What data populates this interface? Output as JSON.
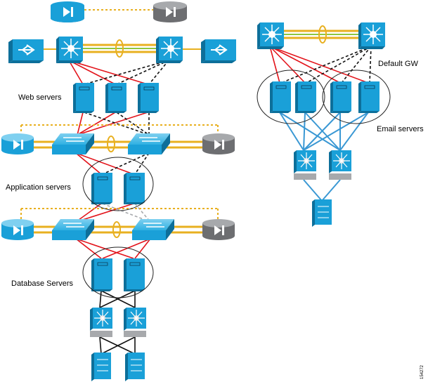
{
  "labels": {
    "web_servers": "Web servers",
    "application_servers": "Application servers",
    "database_servers": "Database Servers",
    "default_gw": "Default GW",
    "email_servers": "Email servers",
    "figure_id": "154272"
  },
  "colors": {
    "device_blue": "#1aa0d8",
    "device_dark": "#0d6f9a",
    "appliance_gray": "#6d6e71",
    "link_red": "#e3141b",
    "link_black": "#111111",
    "link_blue": "#3a98d4",
    "link_gray": "#a7a9ac",
    "trunk_orange": "#e8b020",
    "trunk_green": "#8dc63f"
  },
  "icons": {
    "firewall": "firewall-icon",
    "firewall_standby": "firewall-standby-icon",
    "router": "router-icon",
    "multilayer_switch": "multilayer-switch-icon",
    "workgroup_switch": "workgroup-switch-icon",
    "server": "server-icon",
    "storage": "storage-icon"
  }
}
